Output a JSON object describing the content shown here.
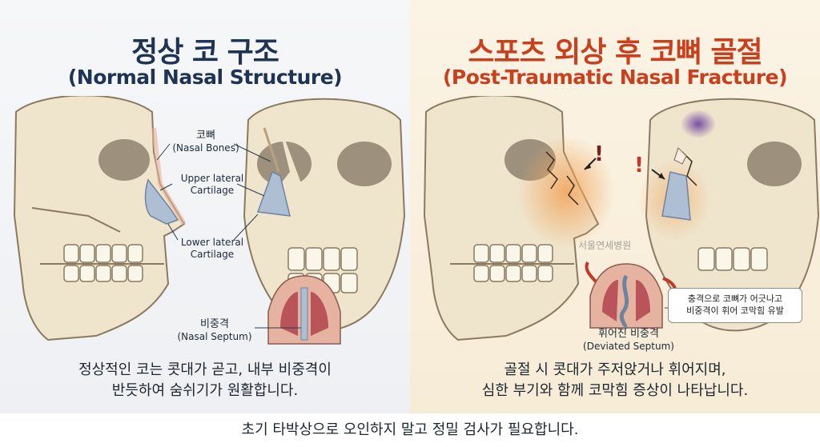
{
  "left_panel": {
    "title_ko": "정상 코 구조",
    "title_en": "(Normal Nasal Structure)",
    "labels": {
      "nasal_bones_ko": "코뼈",
      "nasal_bones_en": "(Nasal Bones)",
      "upper_lateral": "Upper lateral",
      "upper_lateral_2": "Cartilage",
      "lower_lateral": "Lower lateral",
      "lower_lateral_2": "Cartilage",
      "septum_ko": "비중격",
      "septum_en": "(Nasal Septum)"
    },
    "description_line1": "정상적인 코는 콧대가 곧고, 내부 비중격이",
    "description_line2": "반듯하여 숨쉬기가 원활합니다."
  },
  "right_panel": {
    "title_ko": "스포츠 외상 후 코뼈 골절",
    "title_en": "(Post-Traumatic Nasal Fracture)",
    "labels": {
      "deviated_ko": "휘어진 비중격",
      "deviated_en": "(Deviated Septum)",
      "exclamation": "!"
    },
    "callout_line1": "충격으로 코뼈가 어긋나고",
    "callout_line2": "비중격이 휘어 코막힘 유발",
    "watermark": "서울연세병원",
    "description_line1": "골절 시 콧대가 주저앉거나 휘어지며,",
    "description_line2": "심한 부기와 함께 코막힘 증상이 나타납니다."
  },
  "footer": {
    "text": "초기 타박상으로 오인하지 말고 정밀 검사가 필요합니다."
  },
  "colors": {
    "left_title": "#1f3352",
    "right_title": "#c8401e",
    "bone": "#efe4cc",
    "cartilage": "#aebfd3",
    "swelling": "#f2a45a",
    "bruise": "#6b3fa0",
    "septum_tissue": "#b9545a"
  }
}
